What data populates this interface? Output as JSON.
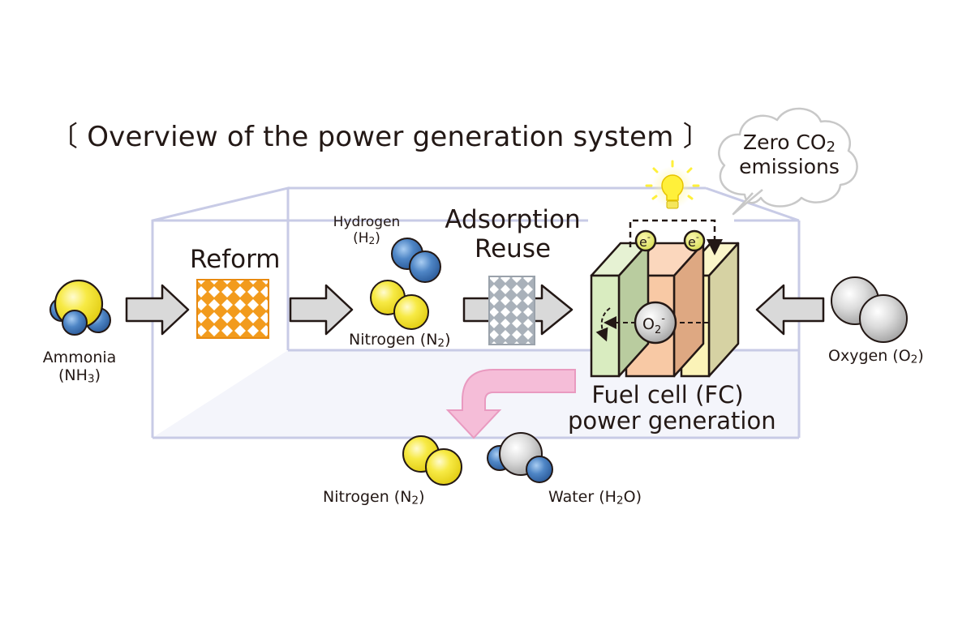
{
  "title": "〔 Overview of the power generation system 〕",
  "stages": {
    "reform": "Reform",
    "adsorption_line1": "Adsorption",
    "adsorption_line2": "Reuse",
    "fuel_cell_line1": "Fuel cell (FC)",
    "fuel_cell_line2": "power generation"
  },
  "molecules": {
    "ammonia_line1": "Ammonia",
    "ammonia_line2_pre": "(NH",
    "ammonia_line2_sub": "3",
    "ammonia_line2_post": ")",
    "hydrogen_line1": "Hydrogen",
    "hydrogen_line2_pre": "(H",
    "hydrogen_line2_sub": "2",
    "hydrogen_line2_post": ")",
    "nitrogen_mid_pre": "Nitrogen (N",
    "nitrogen_mid_sub": "2",
    "nitrogen_mid_post": ")",
    "oxygen_pre": "Oxygen (O",
    "oxygen_sub": "2",
    "oxygen_post": ")",
    "nitrogen_out_pre": "Nitrogen (N",
    "nitrogen_out_sub": "2",
    "nitrogen_out_post": ")",
    "water_pre": "Water (H",
    "water_sub": "2",
    "water_post": "O)"
  },
  "callout": {
    "line1_pre": "Zero CO",
    "line1_sub": "2",
    "line2": "emissions"
  },
  "fuel_cell_labels": {
    "electron": "e",
    "electron_sup": "-",
    "oxide_ion": "O",
    "oxide_ion_sub": "2",
    "oxide_ion_sup": "-"
  },
  "colors": {
    "nitrogen_atom": "#f5e73a",
    "hydrogen_atom": "#4f86c6",
    "oxygen_atom": "#d6d6d6",
    "reform_catalyst": "#f29b1d",
    "adsorption_filter": "#a9b1ba",
    "box_outline": "#c8cbe6",
    "box_floor": "#f4f5fb",
    "fc_anode": "#d9ecc0",
    "fc_electrolyte": "#f8c9a5",
    "fc_cathode": "#fbf3b8",
    "exhaust_arrow": "#f5bdd8",
    "bulb": "#fff03a"
  }
}
